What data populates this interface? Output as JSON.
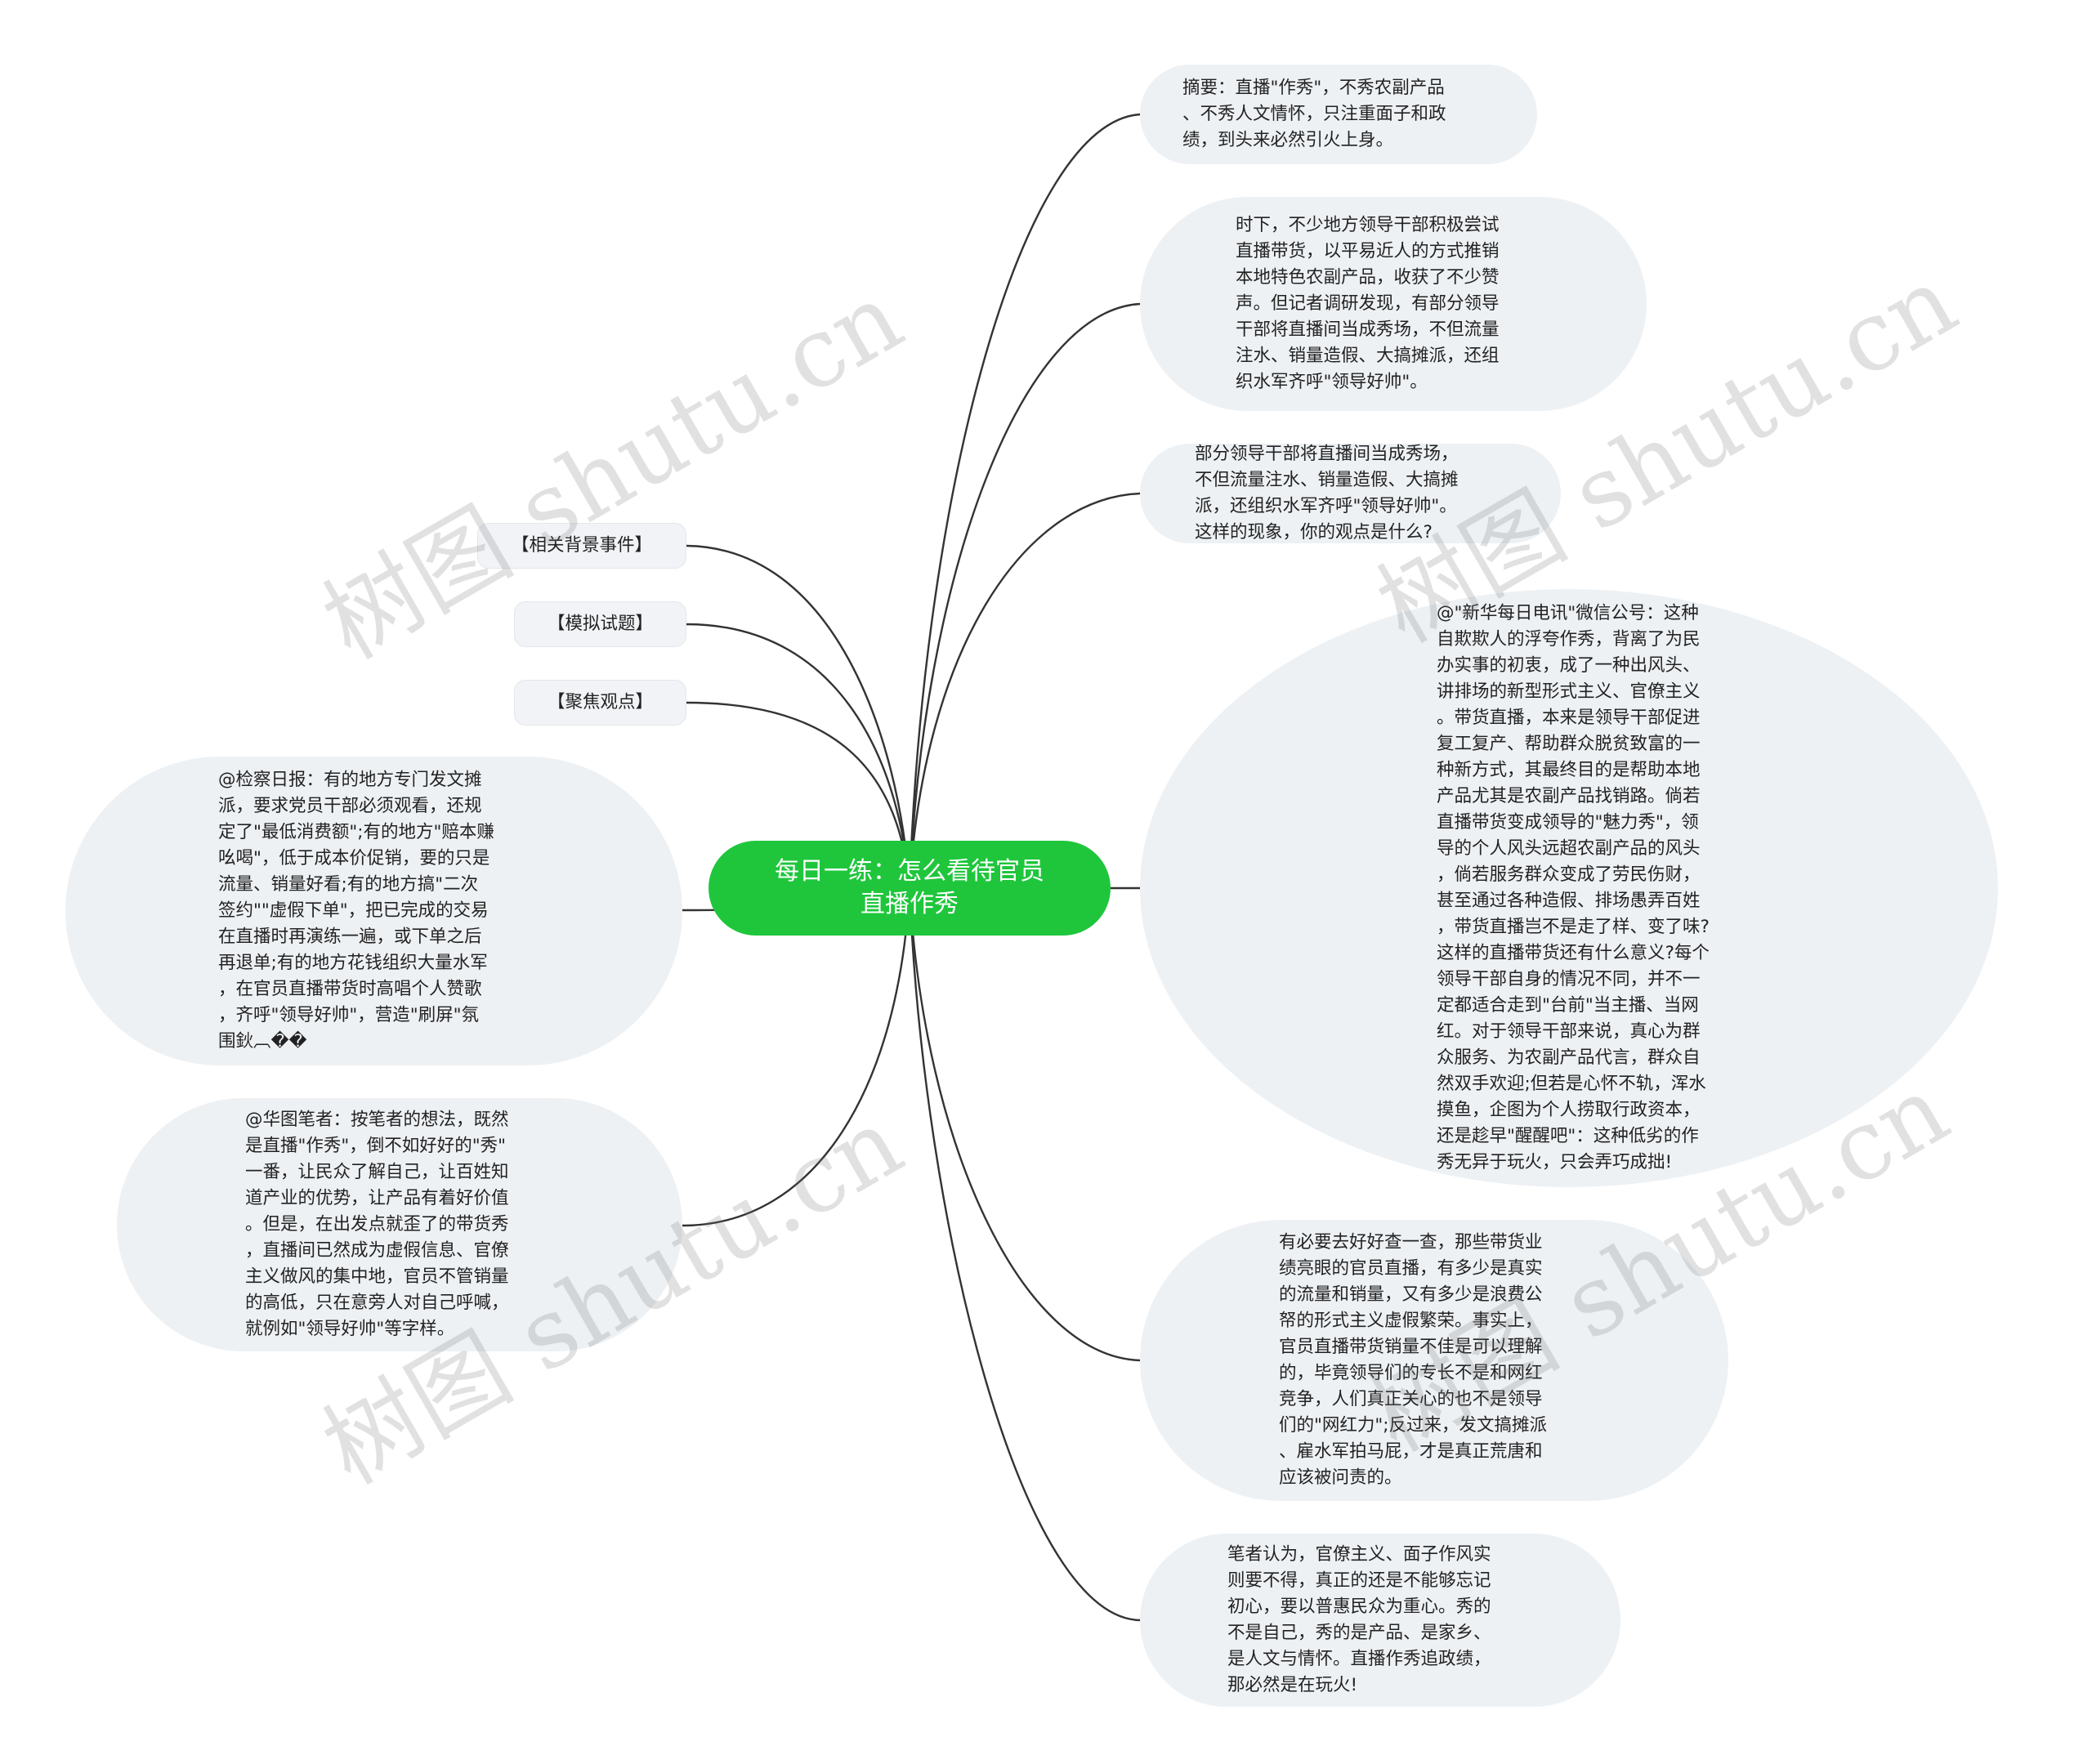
{
  "root": {
    "title_line1": "每日一练：怎么看待官员",
    "title_line2": "直播作秀"
  },
  "colors": {
    "root_fill": "#1fc63c",
    "node_fill": "#eef1f4",
    "line": "#333333"
  },
  "watermark": "树图 shutu.cn",
  "left_labels": [
    "【相关背景事件】",
    "【模拟试题】",
    "【聚焦观点】"
  ],
  "left_nodes": [
    "@检察日报：有的地方专门发文摊\n派，要求党员干部必须观看，还规\n定了\"最低消费额\";有的地方\"赔本赚\n吆喝\"，低于成本价促销，要的只是\n流量、销量好看;有的地方搞\"二次\n签约\"\"虚假下单\"，把已完成的交易\n在直播时再演练一遍，或下单之后\n再退单;有的地方花钱组织大量水军\n，在官员直播带货时高唱个人赞歌\n，齐呼\"领导好帅\"，营造\"刷屏\"氛\n围鈥︹��",
    "@华图笔者：按笔者的想法，既然\n是直播\"作秀\"，倒不如好好的\"秀\"\n一番，让民众了解自己，让百姓知\n道产业的优势，让产品有着好价值\n。但是，在出发点就歪了的带货秀\n，直播间已然成为虚假信息、官僚\n主义做风的集中地，官员不管销量\n的高低，只在意旁人对自己呼喊，\n就例如\"领导好帅\"等字样。"
  ],
  "right_nodes": [
    "摘要：直播\"作秀\"，不秀农副产品\n、不秀人文情怀，只注重面子和政\n绩，到头来必然引火上身。",
    "时下，不少地方领导干部积极尝试\n直播带货，以平易近人的方式推销\n本地特色农副产品，收获了不少赞\n声。但记者调研发现，有部分领导\n干部将直播间当成秀场，不但流量\n注水、销量造假、大搞摊派，还组\n织水军齐呼\"领导好帅\"。",
    "部分领导干部将直播间当成秀场，\n不但流量注水、销量造假、大搞摊\n派，还组织水军齐呼\"领导好帅\"。\n这样的现象，你的观点是什么?",
    "@\"新华每日电讯\"微信公号：这种\n自欺欺人的浮夸作秀，背离了为民\n办实事的初衷，成了一种出风头、\n讲排场的新型形式主义、官僚主义\n。带货直播，本来是领导干部促进\n复工复产、帮助群众脱贫致富的一\n种新方式，其最终目的是帮助本地\n产品尤其是农副产品找销路。倘若\n直播带货变成领导的\"魅力秀\"，领\n导的个人风头远超农副产品的风头\n，倘若服务群众变成了劳民伤财，\n甚至通过各种造假、排场愚弄百姓\n，带货直播岂不是走了样、变了味?\n这样的直播带货还有什么意义?每个\n领导干部自身的情况不同，并不一\n定都适合走到\"台前\"当主播、当网\n红。对于领导干部来说，真心为群\n众服务、为农副产品代言，群众自\n然双手欢迎;但若是心怀不轨，浑水\n摸鱼，企图为个人捞取行政资本，\n还是趁早\"醒醒吧\"：这种低劣的作\n秀无异于玩火，只会弄巧成拙!",
    "有必要去好好查一查，那些带货业\n绩亮眼的官员直播，有多少是真实\n的流量和销量，又有多少是浪费公\n帑的形式主义虚假繁荣。事实上，\n官员直播带货销量不佳是可以理解\n的，毕竟领导们的专长不是和网红\n竞争，人们真正关心的也不是领导\n们的\"网红力\";反过来，发文搞摊派\n、雇水军拍马屁，才是真正荒唐和\n应该被问责的。",
    "笔者认为，官僚主义、面子作风实\n则要不得，真正的还是不能够忘记\n初心，要以普惠民众为重心。秀的\n不是自己，秀的是产品、是家乡、\n是人文与情怀。直播作秀追政绩，\n那必然是在玩火!"
  ]
}
